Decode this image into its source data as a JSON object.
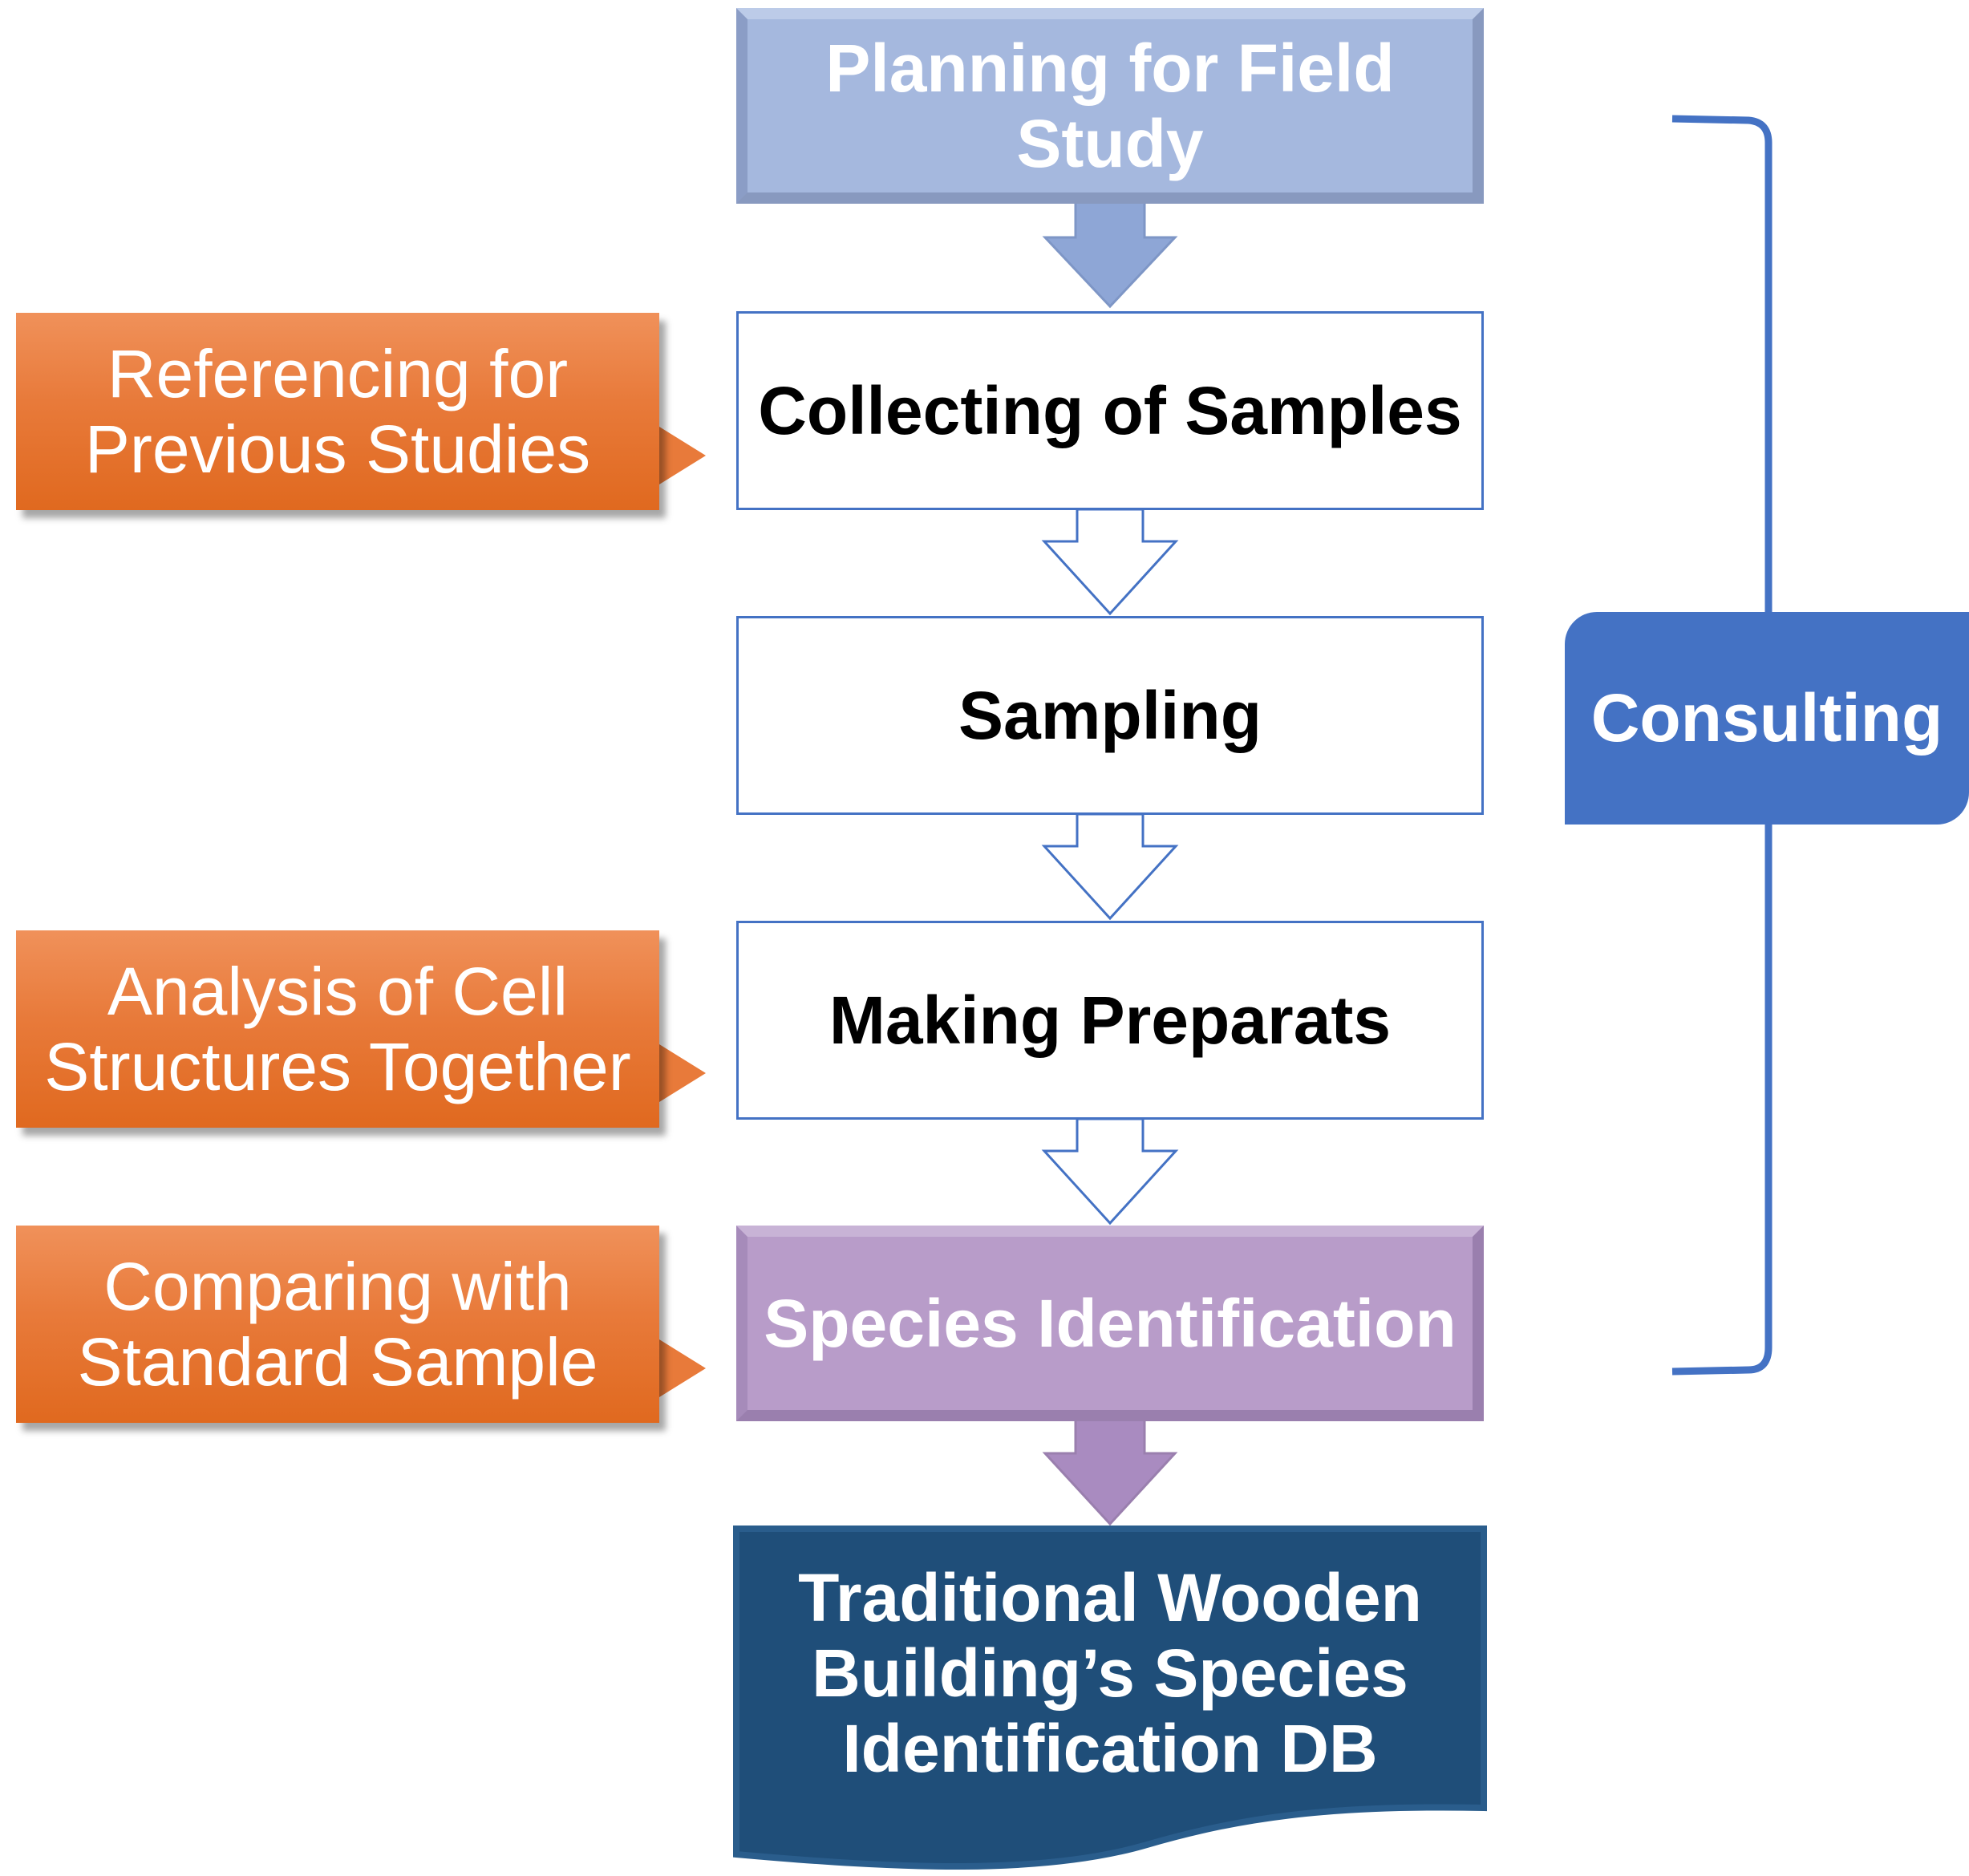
{
  "diagram": {
    "main_flow": {
      "planning": [
        "Planning for Field",
        "Study"
      ],
      "collecting": "Collecting of Samples",
      "sampling": "Sampling",
      "making": "Making Preparats",
      "species": "Species Identification",
      "db": [
        "Traditional Wooden",
        "Building’s Species",
        "Identification DB"
      ]
    },
    "side_inputs": {
      "referencing": [
        "Referencing for",
        "Previous Studies"
      ],
      "analysis": [
        "Analysis of Cell",
        "Structures Together"
      ],
      "comparing": [
        "Comparing with",
        "Standard Sample"
      ]
    },
    "consulting": "Consulting"
  },
  "colors": {
    "planning": "#a5b8de",
    "species": "#b89cc9",
    "db": "#1f4e79",
    "orange": "#e87a3a",
    "consulting": "#4472c4",
    "outline": "#4472c4"
  }
}
